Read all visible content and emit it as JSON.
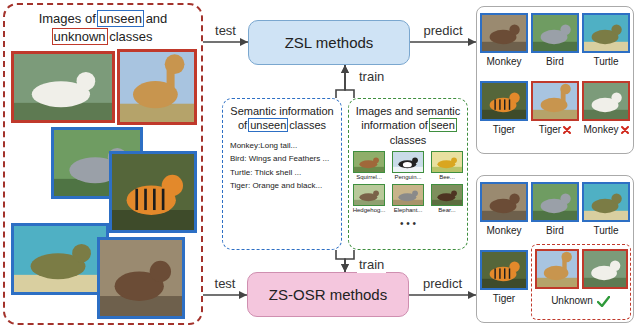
{
  "diagram": {
    "nodes": [
      {
        "text": [
          "Images of unseen and unknown classes"
        ]
      },
      {
        "text": [
          "ZSL methods"
        ]
      },
      {
        "text": [
          "Semantic information of unseen classes",
          "Monkey:Long tail...",
          "Bird: Wings and Feathers ...",
          "Turtle: Thick shell ...",
          "Tiger: Orange and black..."
        ]
      },
      {
        "text": [
          "Images and semantic information of seen classes",
          "Squirrel...",
          "Penguin...",
          "Bee...",
          "Hedgehog...",
          "Elephant...",
          "Bear...",
          "• • •"
        ]
      },
      {
        "text": [
          "Monkey",
          "Bird",
          "Turtle",
          "Tiger",
          "Tiger",
          "Monkey"
        ]
      },
      {
        "text": [
          "ZS-OSR methods"
        ]
      },
      {
        "text": [
          "Monkey",
          "Bird",
          "Turtle",
          "Tiger"
        ]
      },
      {
        "text": [
          "Unknown"
        ],
        "in": 6
      }
    ],
    "edges": [
      {
        "from": 0,
        "to": 1,
        "label": "test",
        "arrow": "to"
      },
      {
        "from": 1,
        "to": 4,
        "label": "predict",
        "arrow": "to"
      },
      {
        "from": 2,
        "to": 1,
        "arrow": "to"
      },
      {
        "from": 3,
        "to": 1,
        "label": "train",
        "arrow": "to"
      },
      {
        "from": 2,
        "to": 5,
        "arrow": "to"
      },
      {
        "from": 3,
        "to": 5,
        "label": "train",
        "arrow": "to"
      },
      {
        "from": 0,
        "to": 5,
        "label": "test",
        "arrow": "to"
      },
      {
        "from": 5,
        "to": 6,
        "label": "predict",
        "arrow": "to"
      }
    ]
  }
}
